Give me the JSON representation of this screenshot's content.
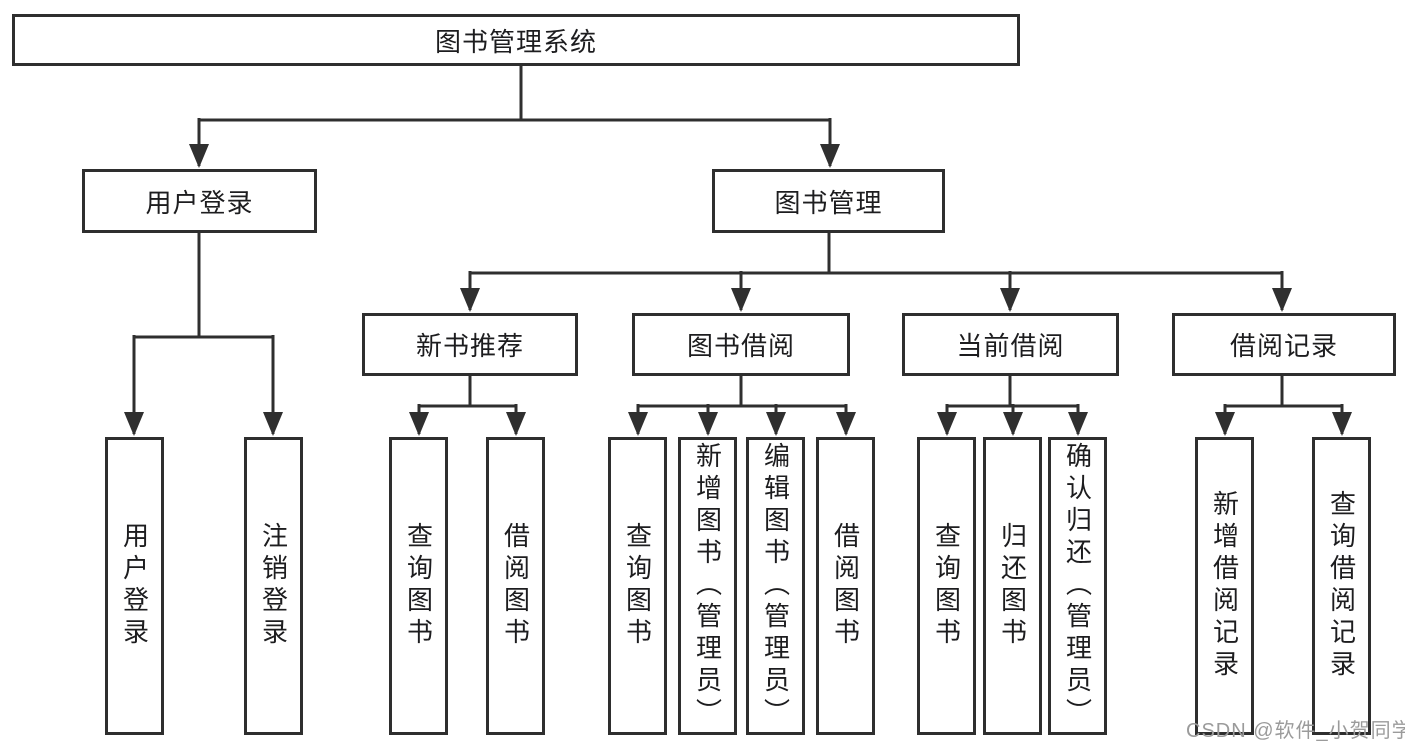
{
  "colors": {
    "background": "#ffffff",
    "line": "#2f2f2f",
    "box_border": "#2e2e2e",
    "text": "#1d1d1f",
    "watermark": "#9b9b9b"
  },
  "tree": {
    "label": "图书管理系统",
    "children": [
      {
        "label": "用户登录",
        "children": [
          {
            "label": "用户登录"
          },
          {
            "label": "注销登录"
          }
        ]
      },
      {
        "label": "图书管理",
        "children": [
          {
            "label": "新书推荐",
            "children": [
              {
                "label": "查询图书"
              },
              {
                "label": "借阅图书"
              }
            ]
          },
          {
            "label": "图书借阅",
            "children": [
              {
                "label": "查询图书"
              },
              {
                "label": "新增图书（管理员）"
              },
              {
                "label": "编辑图书（管理员）"
              },
              {
                "label": "借阅图书"
              }
            ]
          },
          {
            "label": "当前借阅",
            "children": [
              {
                "label": "查询图书"
              },
              {
                "label": "归还图书"
              },
              {
                "label": "确认归还（管理员）"
              }
            ]
          },
          {
            "label": "借阅记录",
            "children": [
              {
                "label": "新增借阅记录"
              },
              {
                "label": "查询借阅记录"
              }
            ]
          }
        ]
      }
    ]
  },
  "watermark": {
    "text": "CSDN @软件_小贺同学"
  }
}
